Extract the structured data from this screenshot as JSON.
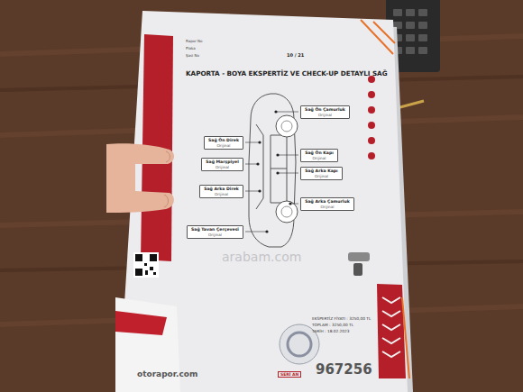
{
  "diagram": {
    "title": "KAPORTA - BOYA EKSPERTİZ VE CHECK-UP DETAYLI SAĞ",
    "nodes": [
      {
        "text": [
          "Sağ Ön Çamurluk",
          "Orijinal"
        ]
      },
      {
        "text": [
          "Sağ Ön Direk",
          "Orijinal"
        ]
      },
      {
        "text": [
          "Sağ Ön Kapı",
          "Orijinal"
        ]
      },
      {
        "text": [
          "Sağ Marşpiyel",
          "Orijinal"
        ]
      },
      {
        "text": [
          "Sağ Arka Kapı",
          "Orijinal"
        ]
      },
      {
        "text": [
          "Sağ Arka Direk",
          "Orijinal"
        ]
      },
      {
        "text": [
          "Sağ Arka Çamurluk",
          "Orijinal"
        ]
      },
      {
        "text": [
          "Sağ Tavan Çerçevesi",
          "Orijinal"
        ]
      }
    ],
    "labels": [
      "Rapor No",
      "Plaka",
      "Şasi No",
      "10 / 21",
      "arabam.com",
      "otorapor.com",
      "SERİ AN",
      "967256",
      "EKSPERTİZ FİYATI : 3250,00 TL",
      "TOPLAM : 3250,00 TL",
      "TARİH : 18.02.2023"
    ]
  }
}
